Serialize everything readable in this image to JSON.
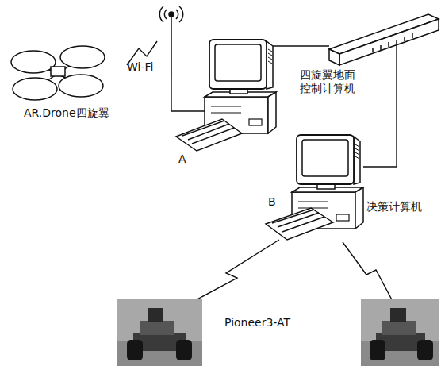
{
  "diagram": {
    "nodes": [
      {
        "text": [
          "AR.Drone四旋翼"
        ]
      },
      {
        "text": [
          "Wi-Fi"
        ]
      },
      {
        "text": [
          "四旋翼地面控制计算机",
          "A"
        ]
      },
      {
        "text": [
          "决策计算机",
          "B"
        ]
      }
    ],
    "edges": [
      {
        "from": 0,
        "to": 1,
        "arrow": "none"
      },
      {
        "from": 1,
        "to": 2,
        "arrow": "none"
      }
    ],
    "labels": [
      "Pioneer3-AT"
    ]
  }
}
